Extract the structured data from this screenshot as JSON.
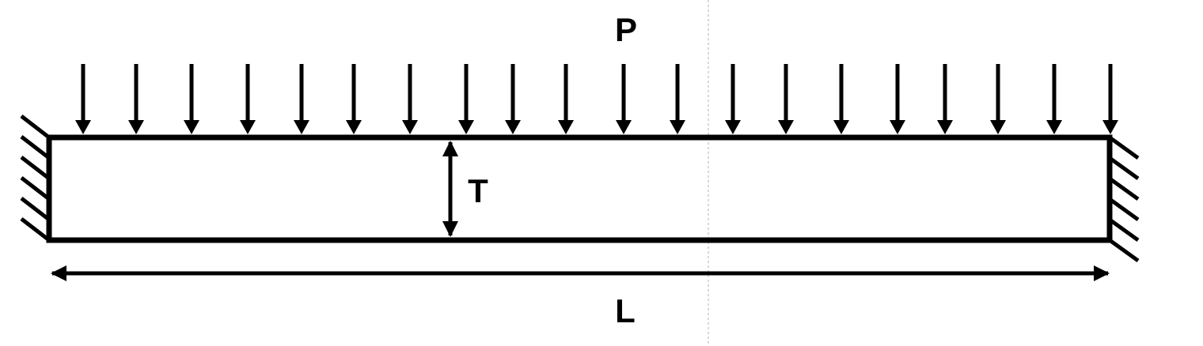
{
  "diagram": {
    "load_label": "P",
    "thickness_label": "T",
    "length_label": "L",
    "load_arrow_count": 20,
    "support_left": "fixed",
    "support_right": "fixed",
    "colors": {
      "stroke": "#000000",
      "guide_line": "#bfbfbf",
      "background": "#ffffff"
    }
  }
}
